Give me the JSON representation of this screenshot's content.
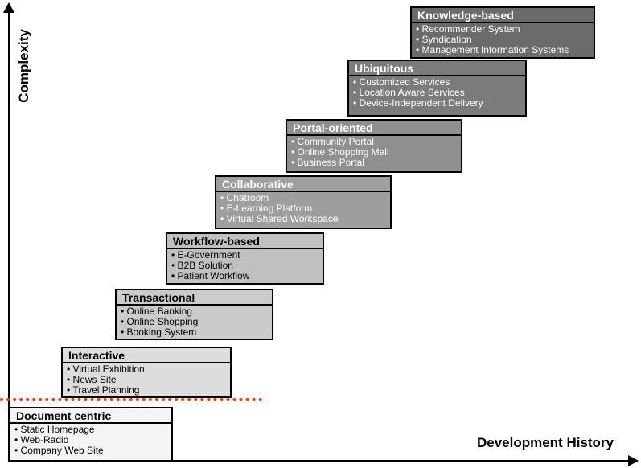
{
  "diagram": {
    "y_axis_label": "Complexity",
    "x_axis_label": "Development History",
    "divider_color": "#ff3300",
    "border_color": "#000000"
  },
  "boxes": [
    {
      "title": "Document centric",
      "items": [
        "Static Homepage",
        "Web-Radio",
        "Company Web Site"
      ],
      "bg": "#f4f4f4",
      "text_color": "#000000"
    },
    {
      "title": "Interactive",
      "items": [
        "Virtual Exhibition",
        "News Site",
        "Travel Planning"
      ],
      "bg": "#dddddd",
      "text_color": "#000000"
    },
    {
      "title": "Transactional",
      "items": [
        "Online Banking",
        "Online Shopping",
        "Booking System"
      ],
      "bg": "#cbcbcb",
      "text_color": "#000000"
    },
    {
      "title": "Workflow-based",
      "items": [
        "E-Government",
        "B2B Solution",
        "Patient Workflow"
      ],
      "bg": "#c0c0c0",
      "text_color": "#000000"
    },
    {
      "title": "Collaborative",
      "items": [
        "Chatroom",
        "E-Learning Platform",
        "Virtual Shared Workspace"
      ],
      "bg": "#9e9e9e",
      "text_color": "#ffffff"
    },
    {
      "title": "Portal-oriented",
      "items": [
        "Community Portal",
        "Online Shopping Mall",
        "Business Portal"
      ],
      "bg": "#8f8f8f",
      "text_color": "#ffffff"
    },
    {
      "title": "Ubiquitous",
      "items": [
        "Customized Services",
        "Location Aware Services",
        "Device-Independent Delivery"
      ],
      "bg": "#7b7b7b",
      "text_color": "#ffffff"
    },
    {
      "title": "Knowledge-based",
      "items": [
        "Recommender System",
        "Syndication",
        "Management Information Systems"
      ],
      "bg": "#6b6b6b",
      "text_color": "#ffffff"
    }
  ]
}
